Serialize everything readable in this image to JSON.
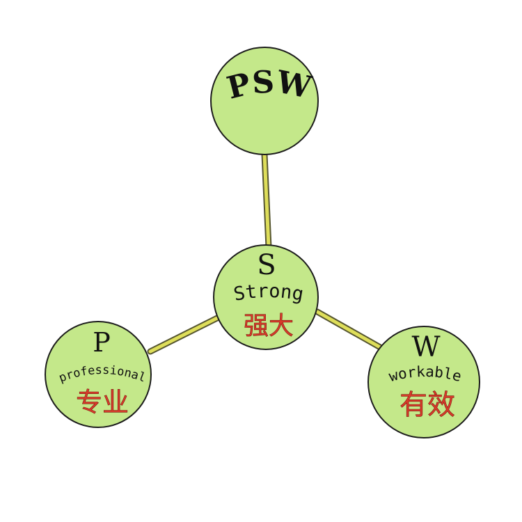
{
  "diagram": {
    "top": {
      "title": "PSW"
    },
    "center": {
      "letter": "S",
      "word": "Strong",
      "chinese": "强大"
    },
    "left": {
      "letter": "P",
      "word": "professional",
      "chinese": "专业"
    },
    "right": {
      "letter": "W",
      "word": "workable",
      "chinese": "有效"
    }
  },
  "colors": {
    "node_fill": "#c4e88a",
    "node_stroke": "#1c1c1c",
    "connector": "#dede5a",
    "chinese_text": "#d83a2a"
  }
}
